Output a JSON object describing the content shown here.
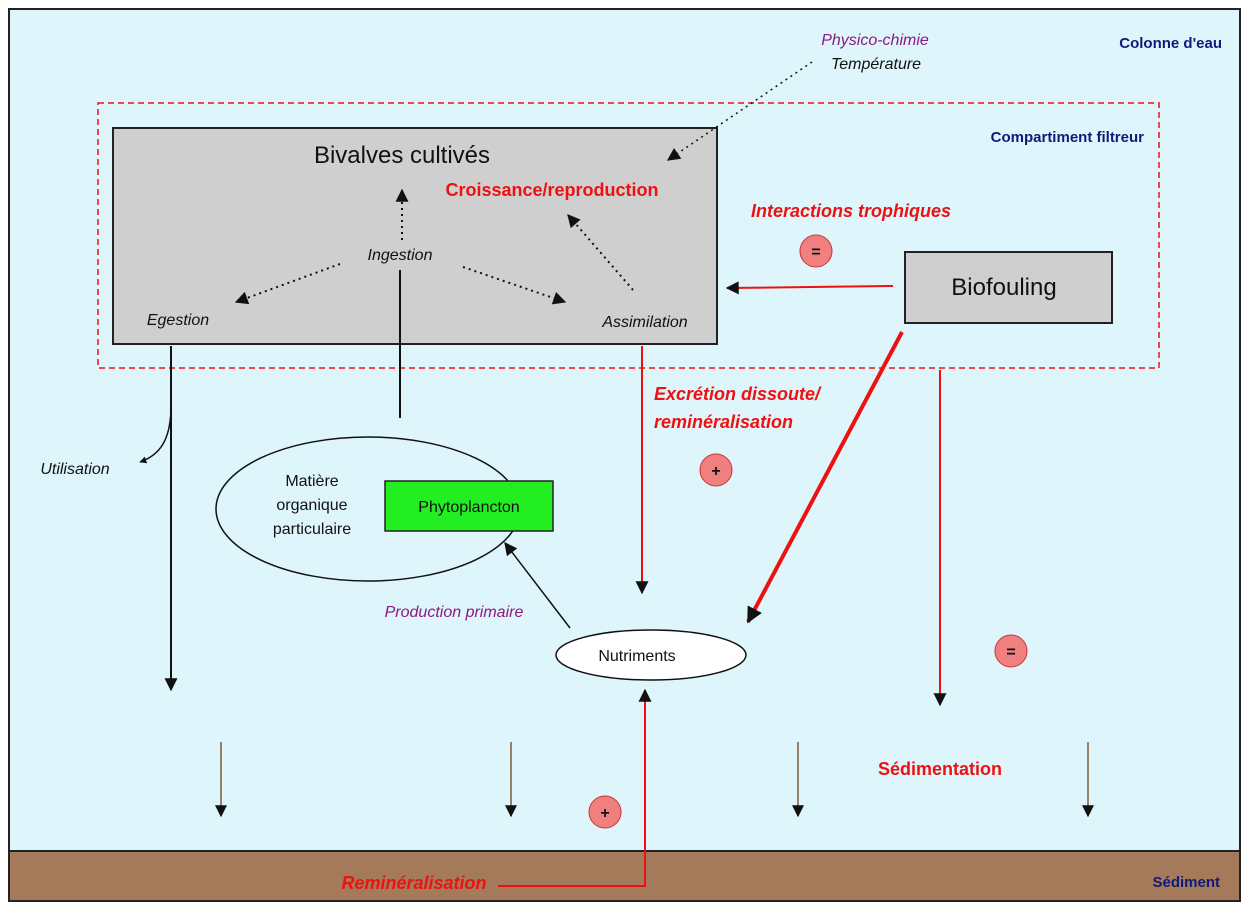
{
  "zones": {
    "water_column": "Colonne d'eau",
    "filter_compartment": "Compartiment filtreur",
    "sediment": "Sédiment"
  },
  "bivalves": {
    "title": "Bivalves cultivés",
    "growth": "Croissance/reproduction",
    "ingestion": "Ingestion",
    "egestion": "Egestion",
    "assimilation": "Assimilation"
  },
  "physico": {
    "title": "Physico-chimie",
    "temperature": "Température"
  },
  "biofouling": "Biofouling",
  "trophic": "Interactions trophiques",
  "excretion": {
    "line1": "Excrétion dissoute/",
    "line2": "reminéralisation"
  },
  "utilisation": "Utilisation",
  "pom": {
    "line1": "Matière",
    "line2": "organique",
    "line3": "particulaire"
  },
  "phytoplankton": "Phytoplancton",
  "primary_production": "Production primaire",
  "nutrients": "Nutriments",
  "sedimentation": "Sédimentation",
  "remineralisation": "Reminéralisation",
  "signs": {
    "trophic": "=",
    "excretion": "+",
    "sedimentation": "=",
    "remineralisation": "+"
  },
  "colors": {
    "water": "#def5fc",
    "sediment": "#a57a5a",
    "box_grey": "#cfcfcf",
    "accent_red": "#ee1111",
    "phyto_green": "#22ee22",
    "sign_fill": "#f08080"
  }
}
